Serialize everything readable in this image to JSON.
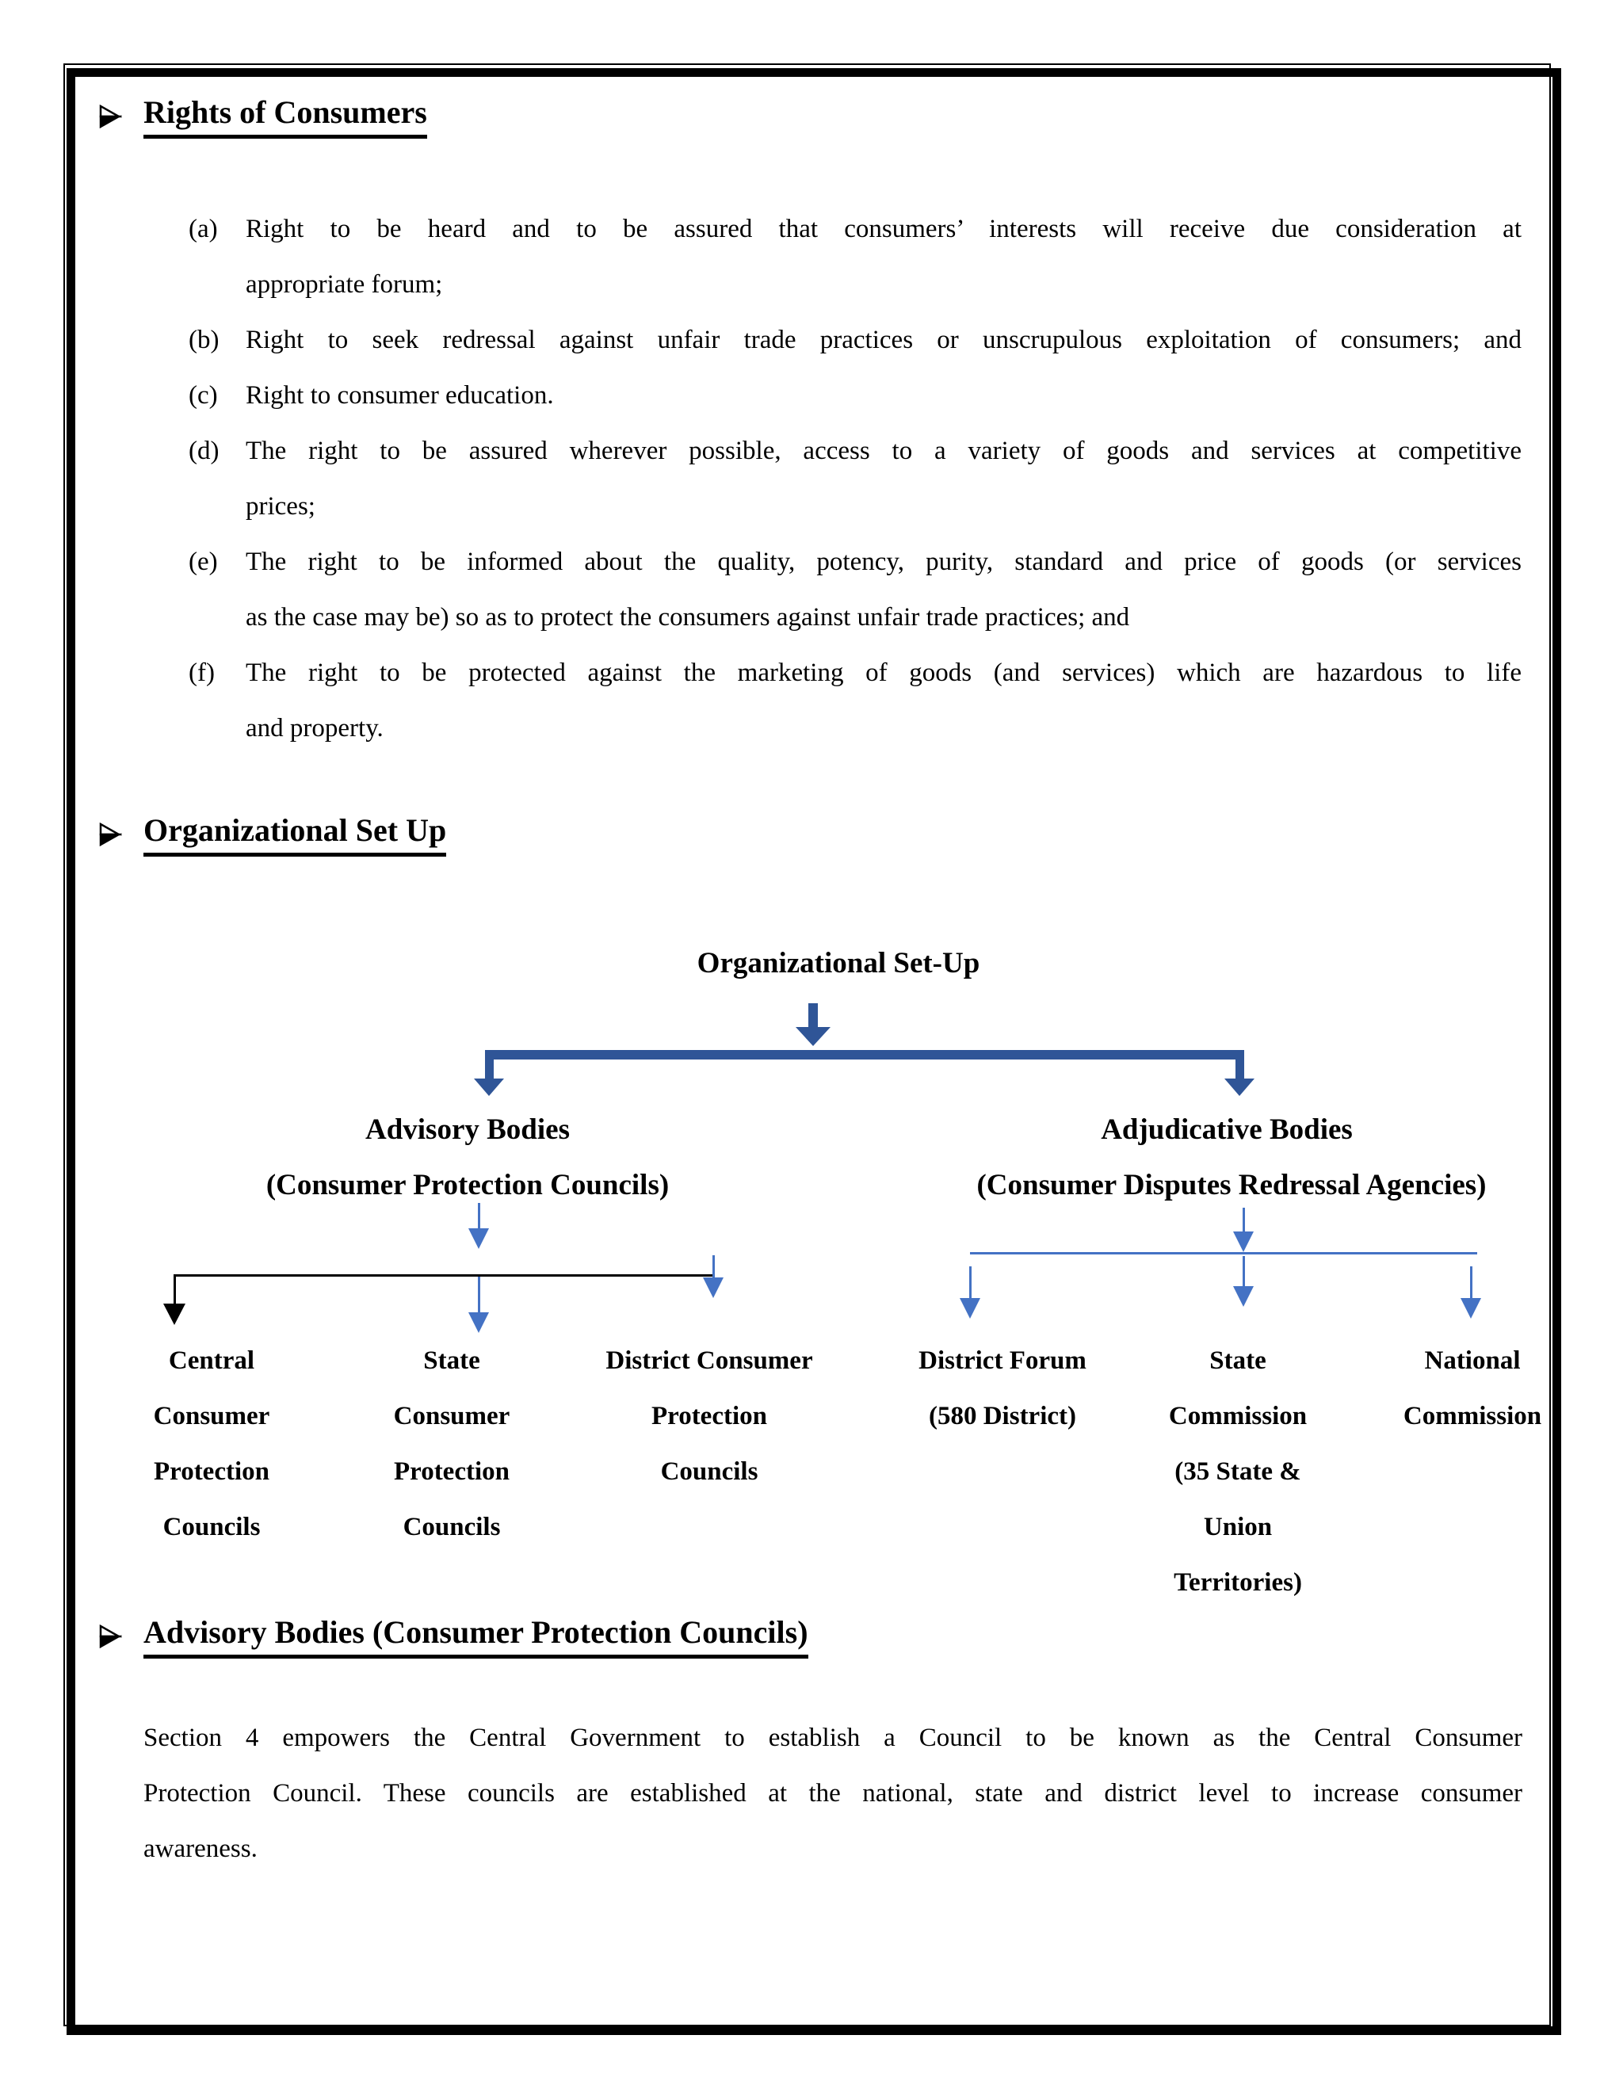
{
  "colors": {
    "thick_blue": "#2f5597",
    "thin_blue": "#4472c4",
    "text": "#000000",
    "page": "#ffffff"
  },
  "sections": {
    "rights_heading": "Rights of Consumers",
    "org_heading": "Organizational Set Up",
    "advisory_heading": "Advisory Bodies (Consumer Protection Councils)"
  },
  "rights_list": [
    {
      "marker": "(a)",
      "line1": "Right to be heard and to be assured that consumers’ interests will receive due consideration at",
      "line2": "appropriate forum;"
    },
    {
      "marker": "(b)",
      "line1": "Right to seek redressal against unfair trade practices or unscrupulous exploitation of consumers; and"
    },
    {
      "marker": "(c)",
      "line1": "Right to consumer education."
    },
    {
      "marker": "(d)",
      "line1": "The right to be assured wherever possible, access to a variety of goods and services at competitive",
      "line2": "prices;"
    },
    {
      "marker": "(e)",
      "line1": "The right to be informed about the quality, potency, purity, standard and price of goods (or services",
      "line2": "as the case may be) so as to protect the consumers against unfair trade practices; and"
    },
    {
      "marker": "(f)",
      "line1": "The right to be protected against the marketing of goods (and services) which are hazardous to life",
      "line2": "and property."
    }
  ],
  "diagram": {
    "title": "Organizational Set-Up",
    "left_branch": {
      "title": "Advisory Bodies",
      "subtitle": "(Consumer Protection Councils)"
    },
    "right_branch": {
      "title": "Adjudicative Bodies",
      "subtitle": "(Consumer Disputes Redressal Agencies)"
    },
    "columns": [
      {
        "lines": [
          "Central",
          "Consumer",
          "Protection",
          "Councils"
        ]
      },
      {
        "lines": [
          "State",
          "Consumer",
          "Protection",
          "Councils"
        ]
      },
      {
        "lines": [
          "District Consumer",
          "Protection",
          "Councils"
        ]
      },
      {
        "lines": [
          "District Forum",
          "(580 District)"
        ]
      },
      {
        "lines": [
          "State",
          "Commission",
          "(35 State &",
          "Union",
          "Territories)"
        ]
      },
      {
        "lines": [
          "National",
          "Commission"
        ]
      }
    ]
  },
  "advisory_paragraph": {
    "line1": "Section 4 empowers the Central Government to establish a Council to be known as the Central Consumer",
    "line2": "Protection Council. These councils are established at the national, state and district level to increase consumer",
    "line3": "awareness."
  }
}
